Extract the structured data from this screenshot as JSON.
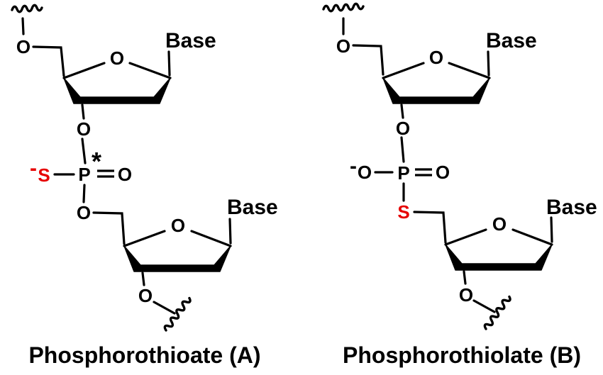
{
  "colors": {
    "ink": "#000000",
    "sulfur_highlight": "#e60000",
    "background": "#ffffff"
  },
  "structure_a": {
    "label": "Phosphorothioate (A)",
    "upper_nucleotide": {
      "linker_oxygen_5prime": "O",
      "ring_oxygen": "O",
      "base": "Base",
      "oxygen_3prime": "O"
    },
    "phosphate_center": {
      "negative_charge": "-",
      "sulfur": "S",
      "phosphorus": "P",
      "chirality_asterisk": "*",
      "double_bond_oxygen": "O",
      "bridging_oxygen_5prime": "O"
    },
    "lower_nucleotide": {
      "ring_oxygen": "O",
      "base": "Base",
      "oxygen_3prime": "O"
    }
  },
  "structure_b": {
    "label": "Phosphorothiolate (B)",
    "upper_nucleotide": {
      "linker_oxygen_5prime": "O",
      "ring_oxygen": "O",
      "base": "Base",
      "oxygen_3prime": "O"
    },
    "phosphate_center": {
      "negative_charge": "-",
      "negative_oxygen": "O",
      "phosphorus": "P",
      "double_bond_oxygen": "O",
      "bridging_sulfur": "S"
    },
    "lower_nucleotide": {
      "ring_oxygen": "O",
      "base": "Base",
      "oxygen_3prime": "O"
    }
  }
}
